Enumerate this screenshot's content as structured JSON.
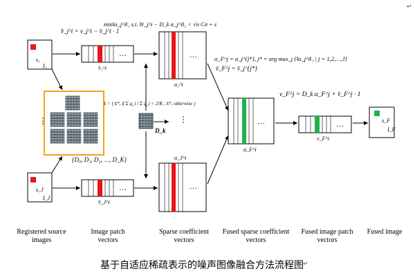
{
  "formulas": {
    "top_min": "min‖α_j^i‖₁  s.t. ‖v̂_j^i − D_k α_j^i‖₂ < √n Cσ + ε",
    "top_sub": "α_j^i",
    "vhat_top": "v̂_j^i = v_j^i − v̄_j^i · 1",
    "select": "α_F^j = α_j^{j*},  j* = arg max_j {‖α_j^i‖₁ | j = 1,2,…,J}",
    "vbar": "v̄_F^j = v̄_j^{j*}",
    "fused": "v_F^j = D_k α_F^j + v̄_F^j · 1",
    "k_rule": "k = { k*,  if Σ q_i / Σ q_i < 2/K ;  k*,  otherwise }",
    "dict_set": "{D₀, D₁, D₂, …, D_K}"
  },
  "labels": {
    "s1": "s₁",
    "i1": "I₁",
    "s2": "s_J",
    "i2": "I_J",
    "sf": "s_F",
    "if": "I_F",
    "vhat1": "v̂₁^i",
    "vhatJ": "v̂_J^i",
    "alpha1": "α₁^i",
    "alphaJ": "α_J^i",
    "alphaF": "α_F^i",
    "vF": "v_F^i",
    "dk": "D_k",
    "dots": "…",
    "vdots": "⋮"
  },
  "bottom_labels": [
    "Registered source images",
    "Image patch vectors",
    "Sparse coefficient vectors",
    "Fused sparse coefficient vectors",
    "Fused image patch vectors",
    "Fused image"
  ],
  "caption": "基于自适应稀疏表示的噪声图像融合方法流程图",
  "colors": {
    "red": "#e8151b",
    "green": "#1fb24a",
    "orange": "#f5a21a",
    "patch": "#5f6f78",
    "line": "#000000"
  }
}
